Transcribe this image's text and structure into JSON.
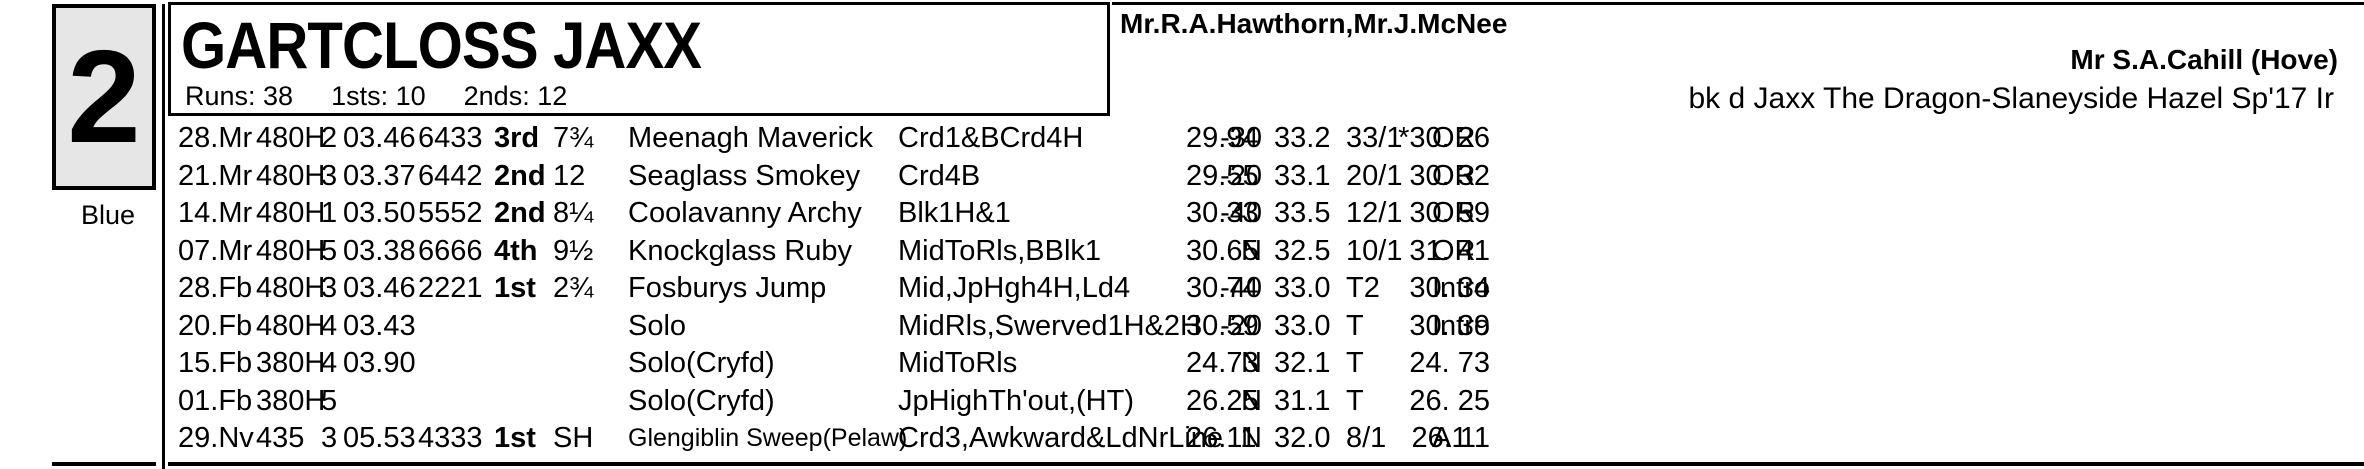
{
  "trap": {
    "number": "2",
    "color": "Blue"
  },
  "dog": {
    "name": "GARTCLOSS JAXX"
  },
  "stats": {
    "runs": "Runs: 38",
    "firsts": "1sts: 10",
    "seconds": "2nds: 12"
  },
  "owners": "Mr.R.A.Hawthorn,Mr.J.McNee",
  "trainer": "Mr S.A.Cahill (Hove)",
  "breeding": "bk d Jaxx The Dragon-Slaneyside Hazel Sp'17 Ir",
  "rows": [
    {
      "date": "28.Mr",
      "dist": "480H",
      "trap": "2",
      "sect": "03.46",
      "bends": "6433",
      "fin": "3rd",
      "by": "7¾",
      "other": "Meenagh Maverick",
      "remarks": "Crd1&BCrd4H",
      "time": "29.94",
      "going": "-30",
      "weight": "33.2",
      "sp": "33/1",
      "grade": "OR",
      "calc": "*30. 26"
    },
    {
      "date": "21.Mr",
      "dist": "480H",
      "trap": "3",
      "sect": "03.37",
      "bends": "6442",
      "fin": "2nd",
      "by": "12",
      "other": "Seaglass Smokey",
      "remarks": "Crd4B",
      "time": "29.55",
      "going": "-20",
      "weight": "33.1",
      "sp": "20/1",
      "grade": "OR",
      "calc": "30. 32"
    },
    {
      "date": "14.Mr",
      "dist": "480H",
      "trap": "1",
      "sect": "03.50",
      "bends": "5552",
      "fin": "2nd",
      "by": "8¼",
      "other": "Coolavanny Archy",
      "remarks": "Blk1H&1",
      "time": "30.33",
      "going": "-40",
      "weight": "33.5",
      "sp": "12/1",
      "grade": "OR",
      "calc": "30. 59"
    },
    {
      "date": "07.Mr",
      "dist": "480H",
      "trap": "5",
      "sect": "03.38",
      "bends": "6666",
      "fin": "4th",
      "by": "9½",
      "other": "Knockglass Ruby",
      "remarks": "MidToRls,BBlk1",
      "time": "30.65",
      "going": "N",
      "weight": "32.5",
      "sp": "10/1",
      "grade": "OR",
      "calc": "31. 41"
    },
    {
      "date": "28.Fb",
      "dist": "480H",
      "trap": "3",
      "sect": "03.46",
      "bends": "2221",
      "fin": "1st",
      "by": "2¾",
      "other": "Fosburys Jump",
      "remarks": "Mid,JpHgh4H,Ld4",
      "time": "30.74",
      "going": "-40",
      "weight": "33.0",
      "sp": "T2",
      "grade": "Intro",
      "calc": "30. 34"
    },
    {
      "date": "20.Fb",
      "dist": "480H",
      "trap": "4",
      "sect": "03.43",
      "bends": "",
      "fin": "",
      "by": "",
      "other": "Solo",
      "remarks": "MidRls,Swerved1H&2H",
      "time": "30.59",
      "going": "-20",
      "weight": "33.0",
      "sp": "T",
      "grade": "Intro",
      "calc": "30. 39"
    },
    {
      "date": "15.Fb",
      "dist": "380H",
      "trap": "4",
      "sect": "03.90",
      "bends": "",
      "fin": "",
      "by": "",
      "other": "Solo(Cryfd)",
      "remarks": "MidToRls",
      "time": "24.73",
      "going": "N",
      "weight": "32.1",
      "sp": "T",
      "grade": "",
      "calc": "24. 73"
    },
    {
      "date": "01.Fb",
      "dist": "380H",
      "trap": "5",
      "sect": "",
      "bends": "",
      "fin": "",
      "by": "",
      "other": "Solo(Cryfd)",
      "remarks": "JpHighTh'out,(HT)",
      "time": "26.25",
      "going": "N",
      "weight": "31.1",
      "sp": "T",
      "grade": "",
      "calc": "26. 25"
    },
    {
      "date": "29.Nv",
      "dist": "435",
      "trap": "3",
      "sect": "05.53",
      "bends": "4333",
      "fin": "1st",
      "by": "SH",
      "other": "Glengiblin Sweep(Pelaw)",
      "remarks": "Crd3,Awkward&LdNrLine",
      "time": "26.11",
      "going": "N",
      "weight": "32.0",
      "sp": "8/1",
      "grade": "A1",
      "calc": "26. 11",
      "other_small": true
    }
  ]
}
